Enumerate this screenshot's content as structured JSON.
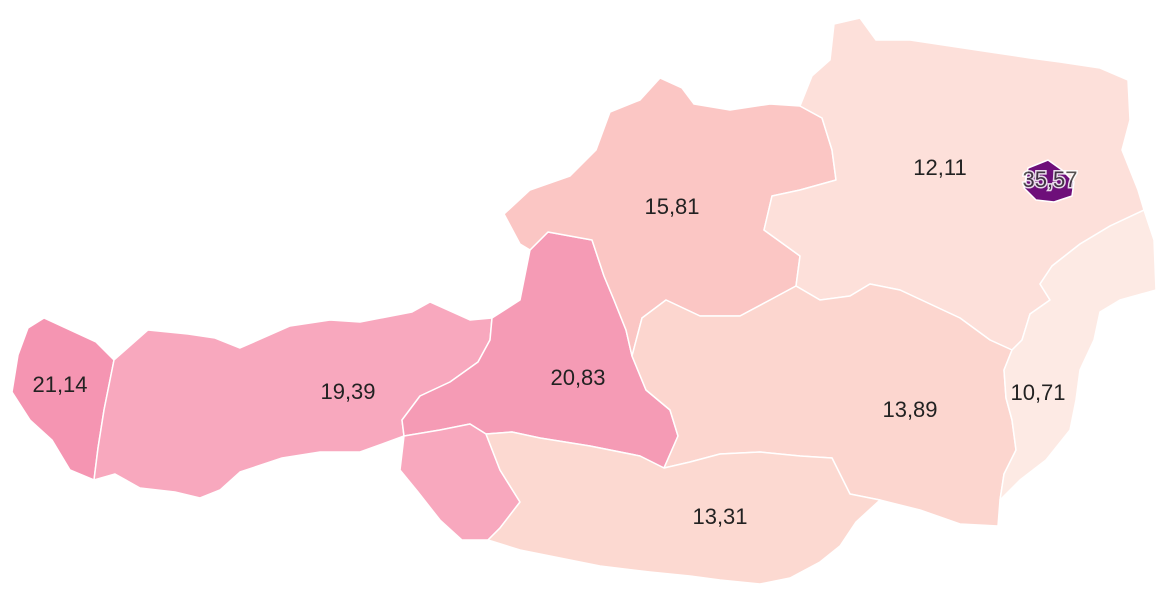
{
  "map": {
    "regions": [
      {
        "name": "Vorarlberg",
        "label": "21,14",
        "color": "#f595b2"
      },
      {
        "name": "Tirol",
        "label": "19,39",
        "color": "#f8a8be"
      },
      {
        "name": "Salzburg",
        "label": "20,83",
        "color": "#f59bb5"
      },
      {
        "name": "Osttirol",
        "label": "",
        "color": "#f8a8be"
      },
      {
        "name": "Oberösterreich",
        "label": "15,81",
        "color": "#fbc6c4"
      },
      {
        "name": "Niederösterreich",
        "label": "12,11",
        "color": "#fde0da"
      },
      {
        "name": "Wien",
        "label": "35,57",
        "color": "#6e0f7a"
      },
      {
        "name": "Steiermark",
        "label": "13,89",
        "color": "#fcd6cf"
      },
      {
        "name": "Kärnten",
        "label": "13,31",
        "color": "#fcd9d1"
      },
      {
        "name": "Burgenland",
        "label": "10,71",
        "color": "#fdeae4"
      }
    ]
  }
}
